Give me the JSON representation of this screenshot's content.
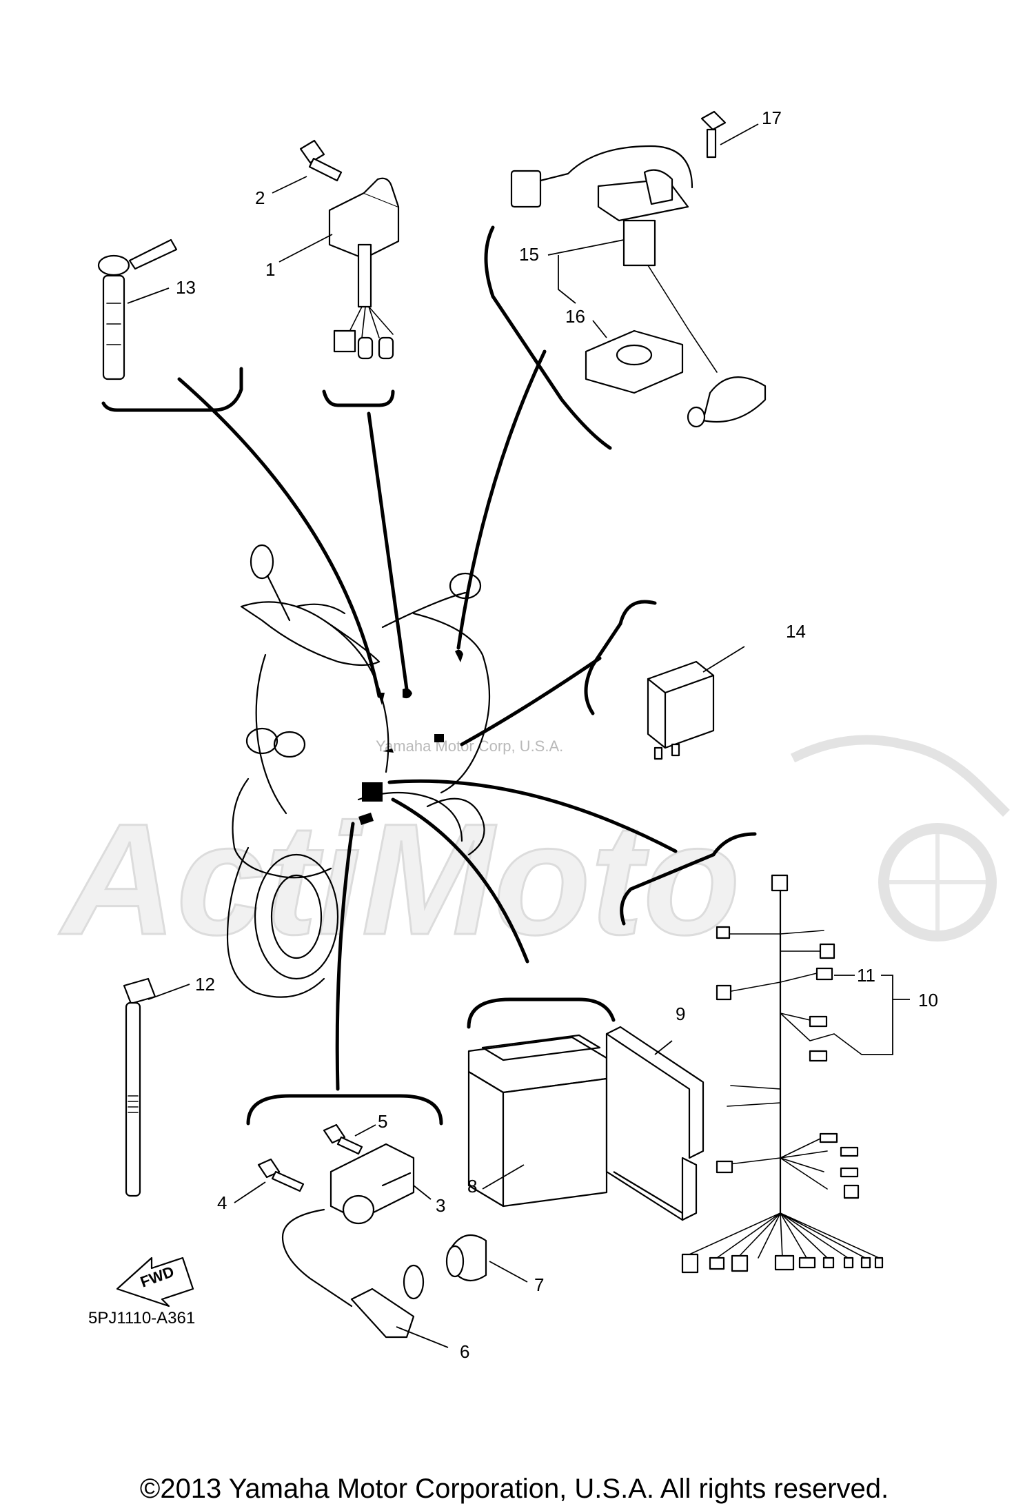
{
  "diagram": {
    "part_code": "5PJ1110-A361",
    "fwd_label": "FWD",
    "copyright": "©2013 Yamaha Motor Corporation, U.S.A. All rights reserved.",
    "watermark_small": "Yamaha Motor Corp, U.S.A.",
    "watermark_big": "ActiMoto",
    "callouts": {
      "c1": "1",
      "c2": "2",
      "c3": "3",
      "c4": "4",
      "c5": "5",
      "c6": "6",
      "c7": "7",
      "c8": "8",
      "c9": "9",
      "c10": "10",
      "c11": "11",
      "c12": "12",
      "c13": "13",
      "c14": "14",
      "c15": "15",
      "c16": "16",
      "c17": "17"
    }
  }
}
